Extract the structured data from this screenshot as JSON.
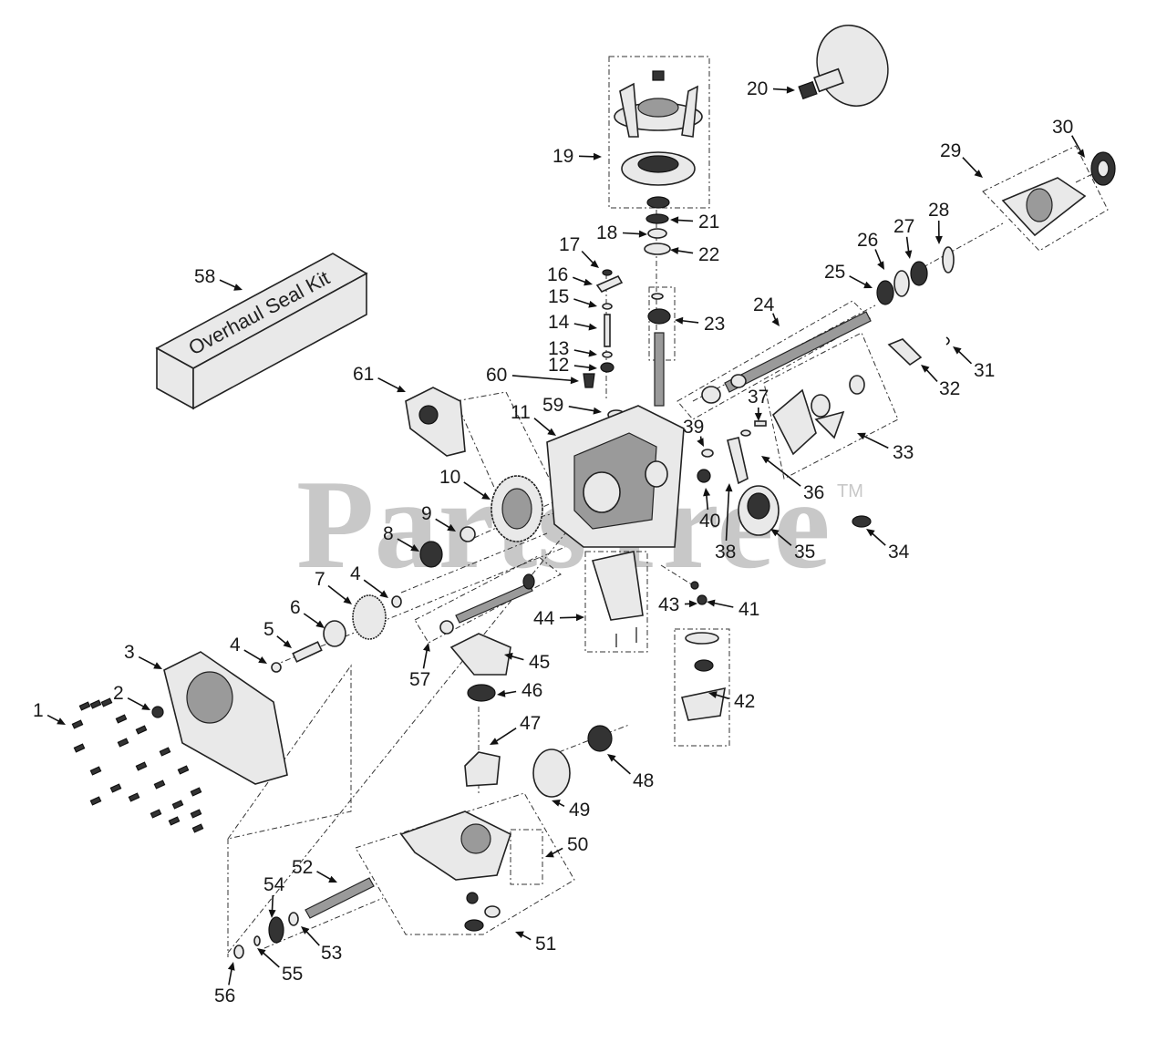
{
  "watermark": {
    "text": "PartsTree",
    "trademark": "TM"
  },
  "kit_box": {
    "label": "Overhaul Seal Kit"
  },
  "callouts": [
    {
      "id": "1",
      "label": "1"
    },
    {
      "id": "2",
      "label": "2"
    },
    {
      "id": "3",
      "label": "3"
    },
    {
      "id": "4a",
      "label": "4"
    },
    {
      "id": "4b",
      "label": "4"
    },
    {
      "id": "5",
      "label": "5"
    },
    {
      "id": "6",
      "label": "6"
    },
    {
      "id": "7",
      "label": "7"
    },
    {
      "id": "8",
      "label": "8"
    },
    {
      "id": "9",
      "label": "9"
    },
    {
      "id": "10",
      "label": "10"
    },
    {
      "id": "11",
      "label": "11"
    },
    {
      "id": "12",
      "label": "12"
    },
    {
      "id": "13",
      "label": "13"
    },
    {
      "id": "14",
      "label": "14"
    },
    {
      "id": "15",
      "label": "15"
    },
    {
      "id": "16",
      "label": "16"
    },
    {
      "id": "17",
      "label": "17"
    },
    {
      "id": "18",
      "label": "18"
    },
    {
      "id": "19",
      "label": "19"
    },
    {
      "id": "20",
      "label": "20"
    },
    {
      "id": "21",
      "label": "21"
    },
    {
      "id": "22",
      "label": "22"
    },
    {
      "id": "23",
      "label": "23"
    },
    {
      "id": "24",
      "label": "24"
    },
    {
      "id": "25",
      "label": "25"
    },
    {
      "id": "26",
      "label": "26"
    },
    {
      "id": "27",
      "label": "27"
    },
    {
      "id": "28",
      "label": "28"
    },
    {
      "id": "29",
      "label": "29"
    },
    {
      "id": "30",
      "label": "30"
    },
    {
      "id": "31",
      "label": "31"
    },
    {
      "id": "32",
      "label": "32"
    },
    {
      "id": "33",
      "label": "33"
    },
    {
      "id": "34",
      "label": "34"
    },
    {
      "id": "35",
      "label": "35"
    },
    {
      "id": "36",
      "label": "36"
    },
    {
      "id": "37",
      "label": "37"
    },
    {
      "id": "38",
      "label": "38"
    },
    {
      "id": "39",
      "label": "39"
    },
    {
      "id": "40",
      "label": "40"
    },
    {
      "id": "41",
      "label": "41"
    },
    {
      "id": "42",
      "label": "42"
    },
    {
      "id": "43",
      "label": "43"
    },
    {
      "id": "44",
      "label": "44"
    },
    {
      "id": "45",
      "label": "45"
    },
    {
      "id": "46",
      "label": "46"
    },
    {
      "id": "47",
      "label": "47"
    },
    {
      "id": "48",
      "label": "48"
    },
    {
      "id": "49",
      "label": "49"
    },
    {
      "id": "50",
      "label": "50"
    },
    {
      "id": "51",
      "label": "51"
    },
    {
      "id": "52",
      "label": "52"
    },
    {
      "id": "53",
      "label": "53"
    },
    {
      "id": "54",
      "label": "54"
    },
    {
      "id": "55",
      "label": "55"
    },
    {
      "id": "56",
      "label": "56"
    },
    {
      "id": "57",
      "label": "57"
    },
    {
      "id": "58",
      "label": "58"
    },
    {
      "id": "59",
      "label": "59"
    },
    {
      "id": "60",
      "label": "60"
    },
    {
      "id": "61",
      "label": "61"
    }
  ]
}
